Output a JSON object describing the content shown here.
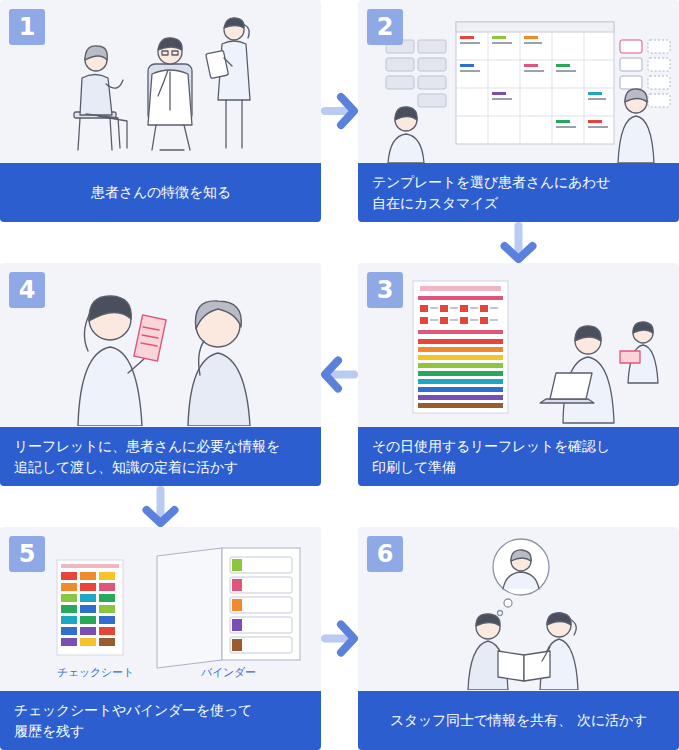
{
  "diagram": {
    "nodes": [
      {
        "text": [
          "1",
          "患者さんの特徴を知る"
        ]
      },
      {
        "text": [
          "2",
          "テンプレートを選び患者さんにあわせ 自在にカスタマイズ"
        ]
      },
      {
        "text": [
          "3",
          "その日使用するリーフレットを確認し 印刷して準備"
        ]
      },
      {
        "text": [
          "4",
          "リーフレットに、患者さんに必要な情報を 追記して渡し、知識の定着に活かす"
        ]
      },
      {
        "text": [
          "5",
          "チェックシートやバインダーを使って 履歴を残す"
        ]
      },
      {
        "text": [
          "6",
          "スタッフ同士で情報を共有、 次に活かす"
        ]
      }
    ],
    "edges": [
      {
        "from": 0,
        "to": 1,
        "arrow": "to"
      },
      {
        "from": 1,
        "to": 2,
        "arrow": "to"
      },
      {
        "from": 2,
        "to": 3,
        "arrow": "to"
      },
      {
        "from": 3,
        "to": 4,
        "arrow": "to"
      },
      {
        "from": 4,
        "to": 5,
        "arrow": "to"
      }
    ],
    "labels": [
      "チェックシート",
      "バインダー"
    ]
  }
}
